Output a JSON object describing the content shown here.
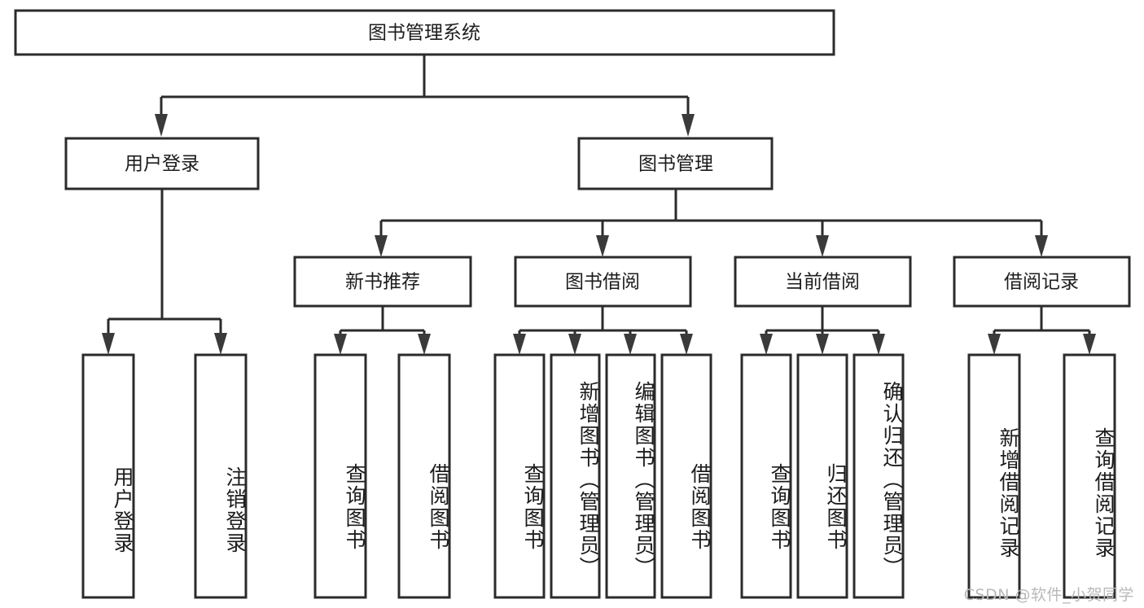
{
  "diagram": {
    "type": "hierarchy-tree",
    "title": "图书管理系统",
    "orientation": "top-down",
    "watermark": "CSDN @软件_小贺同学",
    "colors": {
      "box_stroke": "#2b2b2b",
      "box_fill": "#ffffff",
      "connector": "#2b2b2b",
      "text": "#1c1c1c",
      "watermark": "#b9b9b9"
    }
  },
  "nodes": {
    "root": {
      "label": "图书管理系统",
      "level": 1
    },
    "level2": [
      {
        "id": "user-login",
        "label": "用户登录"
      },
      {
        "id": "book-management",
        "label": "图书管理"
      }
    ],
    "level3": [
      {
        "id": "new-book-recommend",
        "label": "新书推荐",
        "parent": "book-management"
      },
      {
        "id": "book-borrow",
        "label": "图书借阅",
        "parent": "book-management"
      },
      {
        "id": "current-borrow",
        "label": "当前借阅",
        "parent": "book-management"
      },
      {
        "id": "borrow-record",
        "label": "借阅记录",
        "parent": "book-management"
      }
    ],
    "leaves": [
      {
        "id": "leaf-user-login",
        "label": "用户登录",
        "parent": "user-login"
      },
      {
        "id": "leaf-logout",
        "label": "注销登录",
        "parent": "user-login"
      },
      {
        "id": "leaf-query-book-1",
        "label": "查询图书",
        "parent": "new-book-recommend"
      },
      {
        "id": "leaf-borrow-book-1",
        "label": "借阅图书",
        "parent": "new-book-recommend"
      },
      {
        "id": "leaf-query-book-2",
        "label": "查询图书",
        "parent": "book-borrow"
      },
      {
        "id": "leaf-add-book",
        "label": "新增图书（管理员）",
        "parent": "book-borrow"
      },
      {
        "id": "leaf-edit-book",
        "label": "编辑图书（管理员）",
        "parent": "book-borrow"
      },
      {
        "id": "leaf-borrow-book-2",
        "label": "借阅图书",
        "parent": "book-borrow"
      },
      {
        "id": "leaf-query-book-3",
        "label": "查询图书",
        "parent": "current-borrow"
      },
      {
        "id": "leaf-return-book",
        "label": "归还图书",
        "parent": "current-borrow"
      },
      {
        "id": "leaf-confirm-return",
        "label": "确认归还（管理员）",
        "parent": "current-borrow"
      },
      {
        "id": "leaf-add-record",
        "label": "新增借阅记录",
        "parent": "borrow-record"
      },
      {
        "id": "leaf-query-record",
        "label": "查询借阅记录",
        "parent": "borrow-record"
      }
    ]
  }
}
